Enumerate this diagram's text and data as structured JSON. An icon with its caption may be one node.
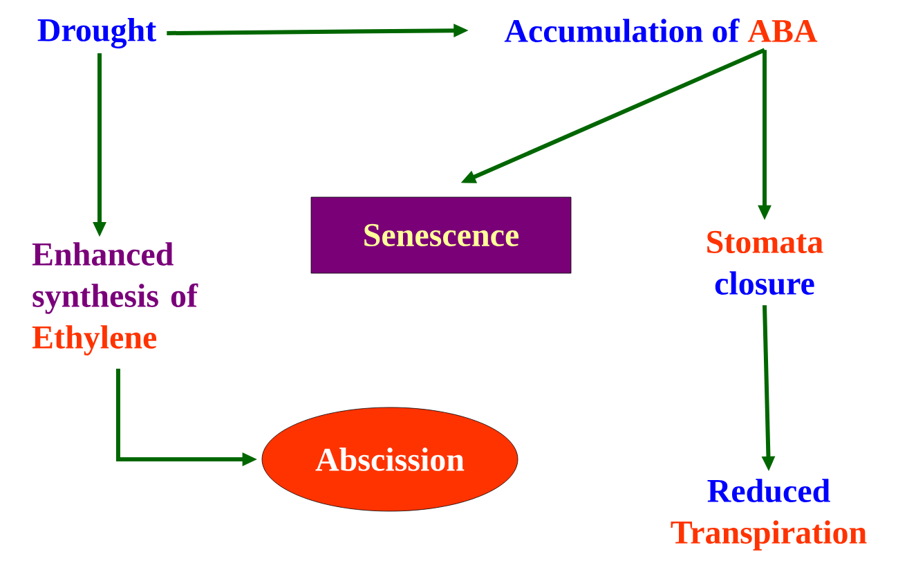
{
  "diagram": {
    "nodes": [
      {
        "text": [
          "Drought"
        ]
      },
      {
        "text": [
          "Accumulation of",
          "ABA"
        ]
      },
      {
        "text": [
          "Senescence"
        ]
      },
      {
        "text": [
          "Enhanced synthesis of",
          "Ethylene"
        ]
      },
      {
        "text": [
          "Stomata",
          "closure"
        ]
      },
      {
        "text": [
          "Abscission"
        ]
      },
      {
        "text": [
          "Reduced",
          "Transpiration"
        ]
      }
    ],
    "edges": [
      {
        "from": 0,
        "to": 1,
        "arrow": "to"
      },
      {
        "from": 0,
        "to": 3,
        "arrow": "to"
      },
      {
        "from": 1,
        "to": 2,
        "arrow": "to"
      },
      {
        "from": 1,
        "to": 4,
        "arrow": "to"
      },
      {
        "from": 3,
        "to": 5,
        "arrow": "to"
      },
      {
        "from": 4,
        "to": 6,
        "arrow": "to"
      }
    ]
  }
}
